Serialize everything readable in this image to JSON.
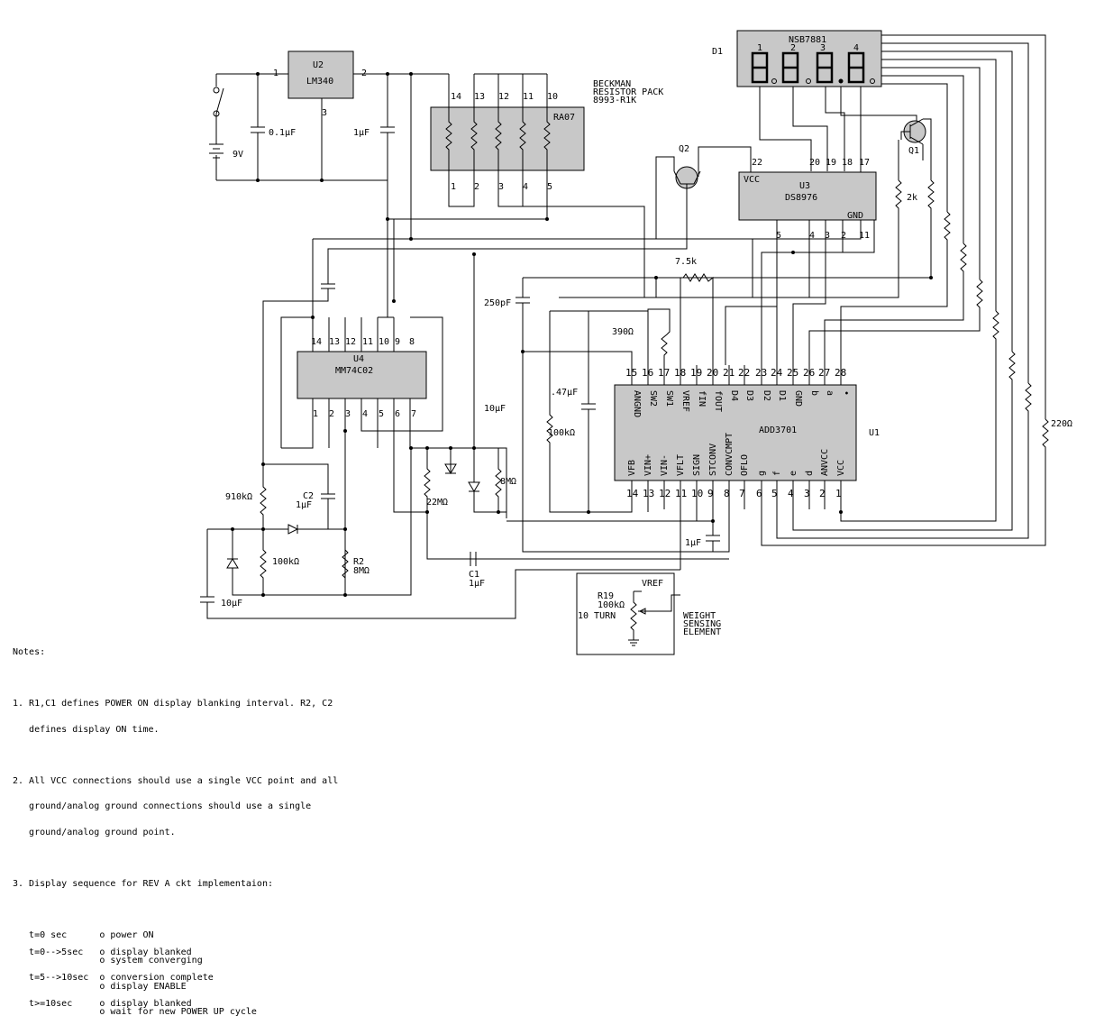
{
  "components": {
    "u2": {
      "ref": "U2",
      "part": "LM340",
      "pin_left": "1",
      "pin_right": "2",
      "pin_bottom": "3"
    },
    "u3": {
      "ref": "U3",
      "part": "DS8976",
      "vcc": "VCC",
      "gnd": "GND",
      "top_pins": [
        "20",
        "19",
        "18",
        "17"
      ],
      "top_pin_extra": "22",
      "bottom_pins": [
        "5",
        "4",
        "3",
        "2",
        "11"
      ]
    },
    "u4": {
      "ref": "U4",
      "part": "MM74C02",
      "top_pins": [
        "14",
        "13",
        "12",
        "11",
        "10",
        "9",
        "8"
      ],
      "bottom_pins": [
        "1",
        "2",
        "3",
        "4",
        "5",
        "6",
        "7"
      ]
    },
    "u1": {
      "ref": "U1",
      "part": "ADD3701",
      "top_pins": [
        "15",
        "16",
        "17",
        "18",
        "19",
        "20",
        "21",
        "22",
        "23",
        "24",
        "25",
        "26",
        "27",
        "28"
      ],
      "top_labels": [
        "ANGND",
        "SW2",
        "SW1",
        "VREF",
        "fIN",
        "fOUT",
        "D4",
        "D3",
        "D2",
        "D1",
        "GND",
        "b",
        "a",
        "•"
      ],
      "bottom_pins": [
        "14",
        "13",
        "12",
        "11",
        "10",
        "9",
        "8",
        "7",
        "6",
        "5",
        "4",
        "3",
        "2",
        "1"
      ],
      "bottom_labels": [
        "VFB",
        "VIN+",
        "VIN-",
        "VFLT",
        "SIGN",
        "STCONV",
        "CONVCMPT",
        "OFLO",
        "g",
        "f",
        "e",
        "d",
        "ANVCC",
        "VCC"
      ]
    },
    "d1": {
      "ref": "D1",
      "part": "NSB7881",
      "digits": [
        "1",
        "2",
        "3",
        "4"
      ]
    },
    "ra07": {
      "ref": "RA07",
      "top_pins": [
        "14",
        "13",
        "12",
        "11",
        "10"
      ],
      "bottom_pins": [
        "1",
        "2",
        "3",
        "4",
        "5"
      ],
      "note_lines": [
        "BECKMAN",
        "RESISTOR PACK",
        "8993-R1K"
      ]
    },
    "q1": "Q1",
    "q2": "Q2",
    "q2_pin": "22"
  },
  "labels": {
    "c_01uf": "0.1µF",
    "v9": "9V",
    "c_1uf_a": "1µF",
    "r_7k5": "7.5k",
    "c_250pf": "250pF",
    "r_390": "390Ω",
    "c_47uf": ".47µF",
    "c_10uf": "10µF",
    "r_100k_a": "100kΩ",
    "r_22m": "22MΩ",
    "r_8m": "8MΩ",
    "r_2k": "2k",
    "r_220": "220Ω",
    "r_910k": "910kΩ",
    "c2": "C2",
    "c2_val": "1µF",
    "r_100k_b": "100kΩ",
    "r2": "R2",
    "r2_val": "8MΩ",
    "c_10uf_b": "10µF",
    "c1": "C1",
    "c1_val": "1µF",
    "c_1uf_b": "1µF",
    "r19": "R19",
    "r19_val": "100kΩ",
    "r19_turn": "10 TURN",
    "vref": "VREF",
    "weight": [
      "WEIGHT",
      "SENSING",
      "ELEMENT"
    ]
  },
  "notes": {
    "heading": "Notes:",
    "n1": [
      "1. R1,C1 defines POWER ON display blanking interval. R2, C2",
      "   defines display ON time."
    ],
    "n2": [
      "2. All VCC connections should use a single VCC point and all",
      "   ground/analog ground connections should use a single",
      "   ground/analog ground point."
    ],
    "n3": "3. Display sequence for REV A ckt implementaion:",
    "seq": [
      {
        "t": "t=0 sec",
        "lines": [
          "o power ON"
        ]
      },
      {
        "t": "t=0-->5sec",
        "lines": [
          "o display blanked",
          "o system converging"
        ]
      },
      {
        "t": "t=5-->10sec",
        "lines": [
          "o conversion complete",
          "o display ENABLE"
        ]
      },
      {
        "t": "t>=10sec",
        "lines": [
          "o display blanked",
          "o wait for new POWER UP cycle"
        ]
      }
    ]
  }
}
